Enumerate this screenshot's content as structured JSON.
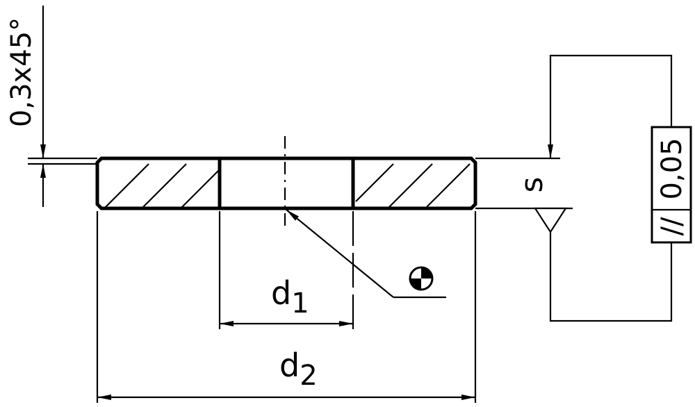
{
  "drawing": {
    "chamfer_note": "0,3x45°",
    "thickness_label": "s",
    "inner_diameter": {
      "symbol": "d",
      "subscript": "1"
    },
    "outer_diameter": {
      "symbol": "d",
      "subscript": "2"
    },
    "tolerance_frame": {
      "symbol": "//",
      "value": "0,05"
    },
    "datum_symbol": "datum-triangle",
    "centroid_symbol": "center-of-gravity-icon"
  }
}
